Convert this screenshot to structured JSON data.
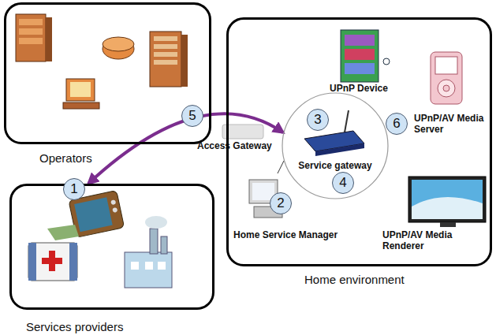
{
  "diagram": {
    "nodes": [
      {
        "text": [
          "Operators"
        ]
      },
      {
        "text": [
          "Services providers"
        ]
      },
      {
        "text": [
          "Home environment"
        ]
      },
      {
        "text": [
          "Service gateway"
        ],
        "in": 2
      }
    ],
    "edges": [
      {
        "from": 3,
        "to": 1,
        "arrow": "both"
      }
    ],
    "labels": [
      "1",
      "2",
      "3",
      "4",
      "5",
      "6",
      "UPnP Device",
      "UPnP/AV Media Server",
      "Home Service Manager",
      "UPnP/AV Media Renderer",
      "Access Gateway"
    ]
  }
}
